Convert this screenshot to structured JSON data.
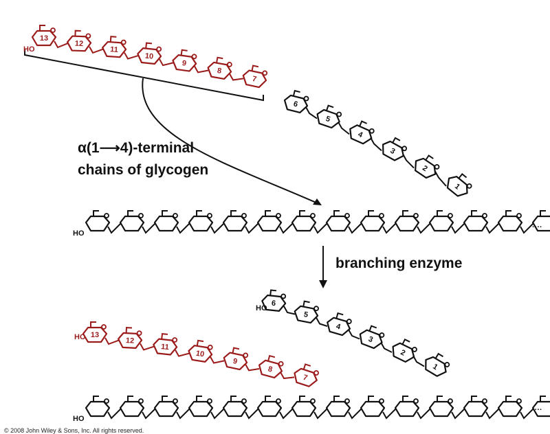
{
  "colors": {
    "red_chain": "#9B1B1B",
    "black_chain": "#111111"
  },
  "labels": {
    "terminal_line1": "α(1⟶4)-terminal",
    "terminal_line2": "chains of glycogen",
    "enzyme": "branching enzyme",
    "hydroxyl": "HO",
    "chain_continuation": "····",
    "copyright": "© 2008 John Wiley & Sons, Inc. All rights reserved."
  },
  "top": {
    "red_units": [
      "13",
      "12",
      "11",
      "10",
      "9",
      "8",
      "7"
    ],
    "black_units": [
      "6",
      "5",
      "4",
      "3",
      "2",
      "1"
    ]
  },
  "middle_chain": {
    "unit_count": 14
  },
  "bottom": {
    "black_branch_units": [
      "6",
      "5",
      "4",
      "3",
      "2",
      "1"
    ],
    "red_branch_units": [
      "13",
      "12",
      "11",
      "10",
      "9",
      "8",
      "7"
    ],
    "chain_unit_count": 14
  }
}
